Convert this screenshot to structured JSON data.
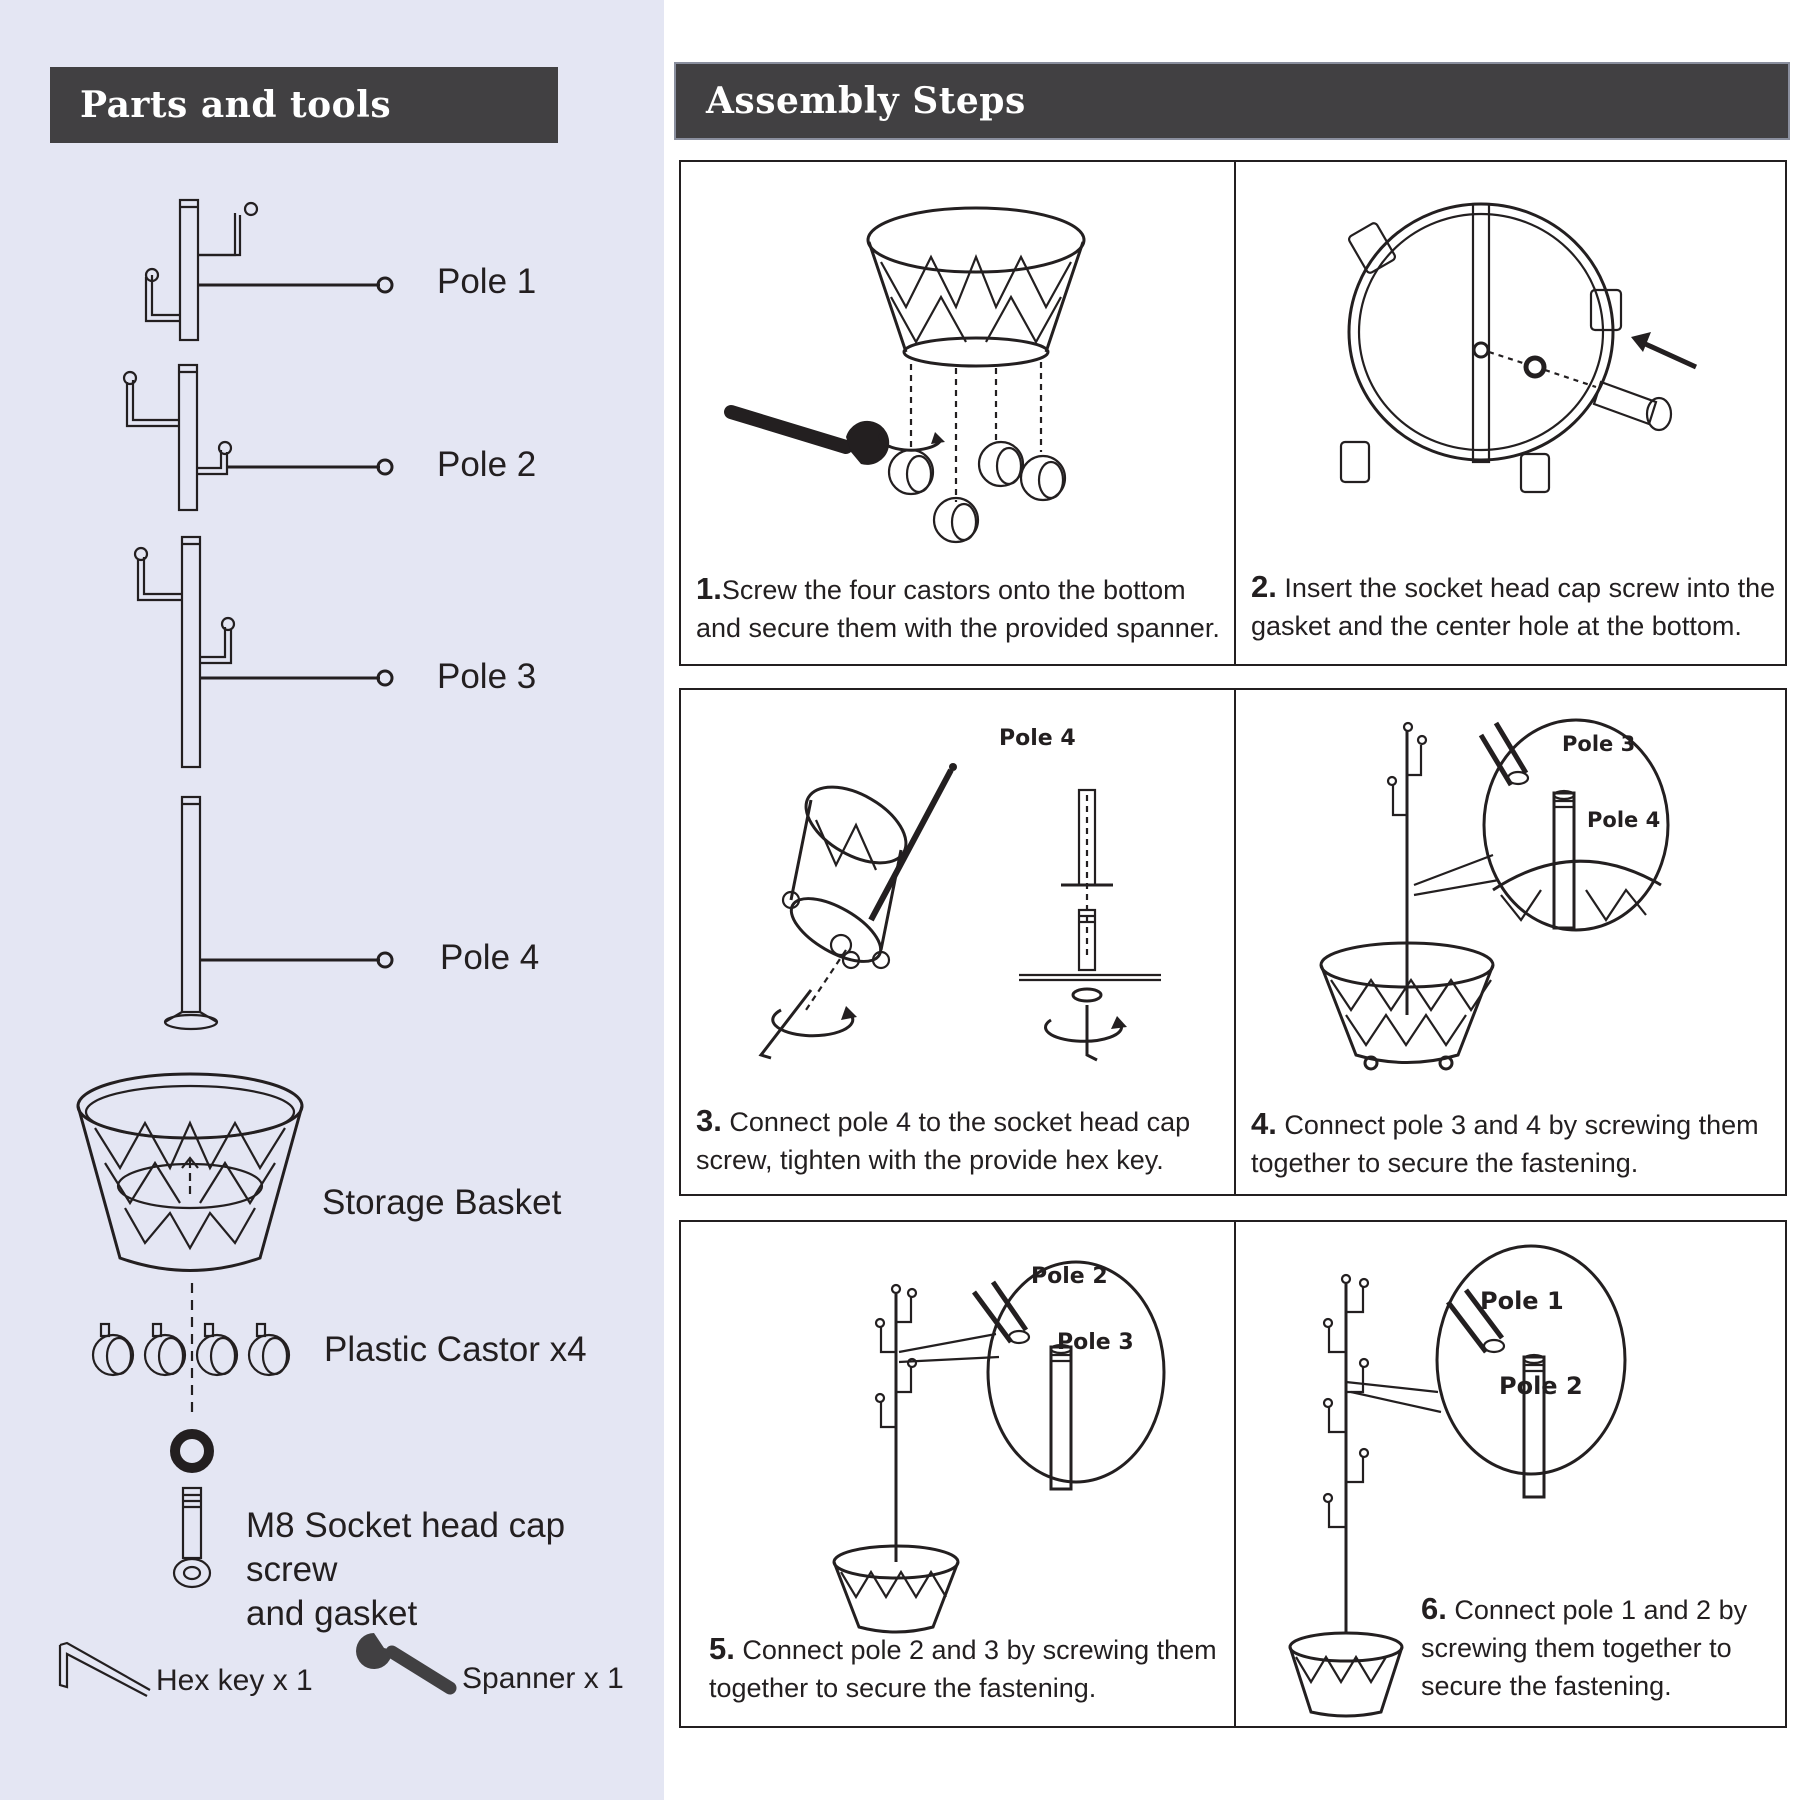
{
  "parts_and_tools": {
    "header": "Parts and tools",
    "pole1": "Pole 1",
    "pole2": "Pole 2",
    "pole3": "Pole 3",
    "pole4": "Pole 4",
    "basket": "Storage Basket",
    "castor": "Plastic Castor  x4",
    "screw_line1": "M8 Socket head cap screw",
    "screw_line2": "and gasket",
    "hex_key": "Hex key x 1",
    "spanner": "Spanner x 1"
  },
  "assembly": {
    "header": "Assembly Steps",
    "steps": [
      {
        "num": "1.",
        "text": "Screw the four castors onto the bottom and secure them with the provided spanner."
      },
      {
        "num": "2.",
        "text": "Insert the socket head cap screw into the gasket and the center hole at the bottom."
      },
      {
        "num": "3.",
        "text": "Connect pole 4 to the socket head cap screw, tighten with the provide hex key."
      },
      {
        "num": "4.",
        "text": "Connect pole 3 and 4 by screwing them together to secure the fastening."
      },
      {
        "num": "5.",
        "text": "Connect pole 2 and 3 by screwing them together to secure the fastening."
      },
      {
        "num": "6.",
        "text": "Connect pole 1 and 2 by screwing them together to secure the fastening."
      }
    ],
    "callouts": {
      "step3_pole": "Pole 4",
      "step4_upper": "Pole 3",
      "step4_lower": "Pole 4",
      "step5_upper": "Pole 2",
      "step5_lower": "Pole 3",
      "step6_upper": "Pole 1",
      "step6_lower": "Pole 2"
    }
  }
}
